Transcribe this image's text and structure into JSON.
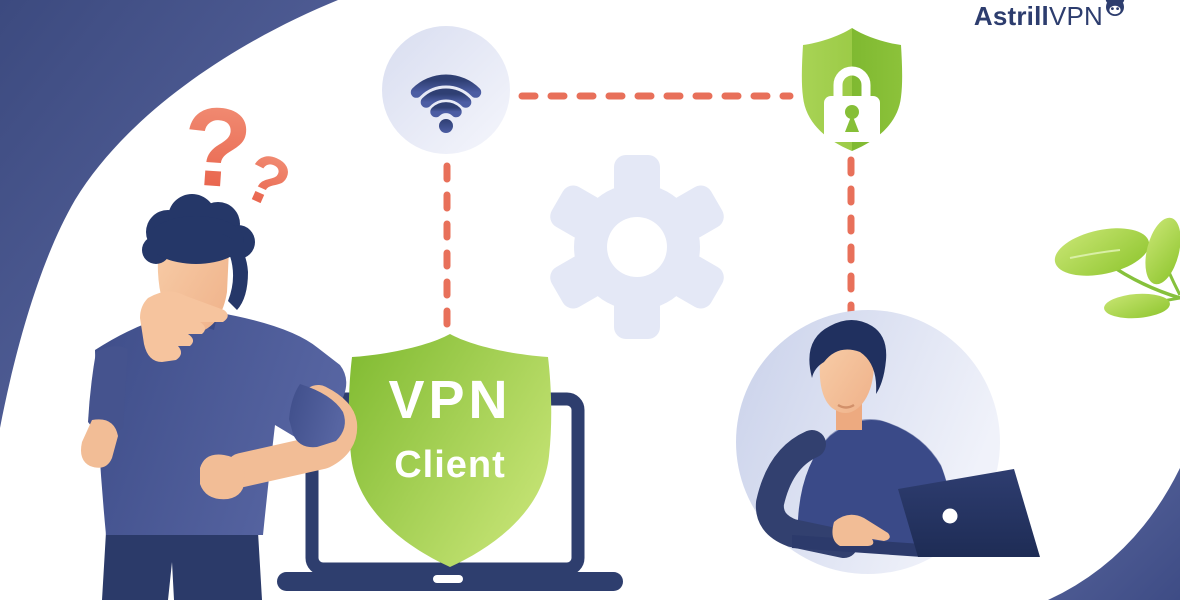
{
  "branding": {
    "name_bold": "Astrill",
    "name_regular": "VPN",
    "logo_icon": "panda-icon"
  },
  "illustration": {
    "vpn_shield_label": {
      "line1": "VPN",
      "line2": "Client"
    },
    "question_mark_large": "?",
    "question_mark_small": "?",
    "icons": [
      "wifi-icon",
      "lock-shield-icon",
      "gear-icon",
      "laptop-icon",
      "leaves-decoration"
    ],
    "connections": [
      {
        "from": "wifi-badge",
        "to": "lock-shield",
        "style": "dashed"
      },
      {
        "from": "wifi-badge",
        "to": "vpn-client-shield",
        "style": "dashed"
      },
      {
        "from": "lock-shield",
        "to": "user-circle",
        "style": "dashed"
      }
    ]
  },
  "colors": {
    "navy_text": "#2d3d6e",
    "navy_bg_dark": "#3e4b80",
    "navy_bg_light": "#5d6aa5",
    "laptop_navy": "#2e3e6e",
    "coral_dashes": "#e8705a",
    "green_light": "#b9dd67",
    "green_dark": "#7cb82f",
    "lavender": "#e4e8f5",
    "skin": "#f4c19a",
    "white": "#ffffff"
  }
}
